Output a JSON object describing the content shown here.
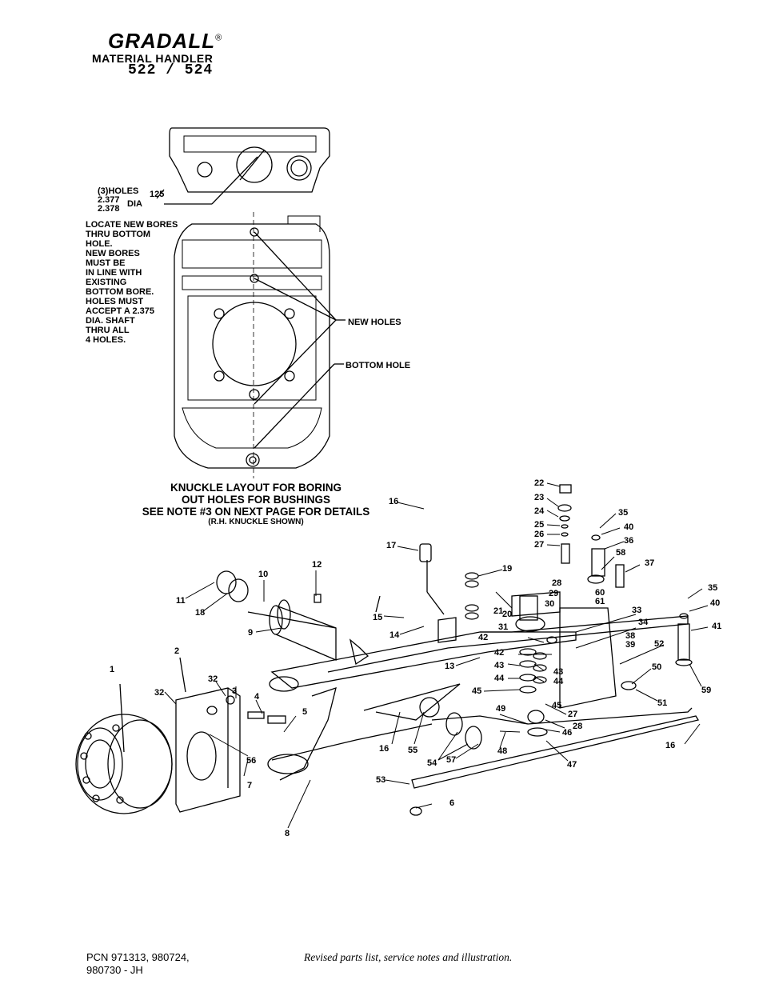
{
  "header": {
    "brand": "GRADALL",
    "reg_mark": "®",
    "subtitle": "MATERIAL HANDLER",
    "model": "522 / 524"
  },
  "top_diagram": {
    "holes_label": "(3)HOLES",
    "dim1": "2.377",
    "dim2": "2.378",
    "dia": "DIA",
    "dim_125": "125",
    "locate_note": [
      "LOCATE NEW BORES",
      "THRU BOTTOM",
      "HOLE.",
      "NEW BORES",
      "MUST BE",
      "IN LINE WITH",
      "EXISTING",
      "BOTTOM BORE.",
      "HOLES MUST",
      "ACCEPT A 2.375",
      "DIA. SHAFT",
      "THRU ALL",
      "4 HOLES."
    ],
    "new_holes": "NEW HOLES",
    "bottom_hole": "BOTTOM HOLE"
  },
  "layout_title": {
    "line1": "KNUCKLE LAYOUT FOR BORING",
    "line2": "OUT HOLES FOR BUSHINGS",
    "line3": "SEE NOTE #3 ON NEXT PAGE FOR DETAILS",
    "line4": "(R.H. KNUCKLE SHOWN)"
  },
  "callouts": [
    "1",
    "2",
    "3",
    "4",
    "5",
    "6",
    "7",
    "8",
    "9",
    "10",
    "11",
    "12",
    "13",
    "14",
    "15",
    "16",
    "17",
    "18",
    "19",
    "20",
    "21",
    "22",
    "23",
    "24",
    "25",
    "26",
    "27",
    "28",
    "29",
    "30",
    "31",
    "32",
    "33",
    "34",
    "35",
    "36",
    "37",
    "38",
    "39",
    "40",
    "41",
    "42",
    "43",
    "44",
    "45",
    "46",
    "47",
    "48",
    "49",
    "50",
    "51",
    "52",
    "53",
    "54",
    "55",
    "56",
    "57",
    "58",
    "59",
    "60",
    "61"
  ],
  "footer": {
    "pcn": "PCN 971313, 980724,\n980730 - JH",
    "revised": "Revised parts list, service notes and illustration."
  }
}
